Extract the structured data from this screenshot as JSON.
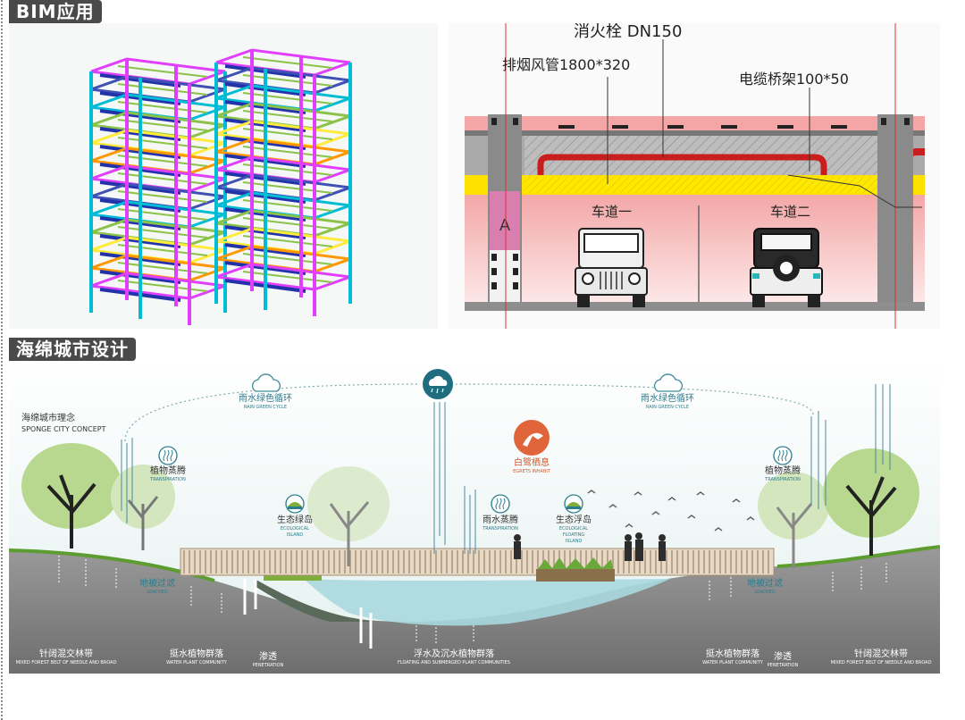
{
  "sections": {
    "bim_title": "BIM应用",
    "sponge_title": "海绵城市设计"
  },
  "bim_section": {
    "labels": {
      "hydrant": "消火栓 DN150",
      "smoke_duct": "排烟风管1800*320",
      "cable_tray": "电缆桥架100*50",
      "lane1": "车道一",
      "lane2": "车道二",
      "column_mark": "A"
    }
  },
  "sponge_section": {
    "concept_cn": "海绵城市理念",
    "concept_en": "SPONGE CITY CONCEPT",
    "cycle_left_cn": "雨水绿色循环",
    "cycle_left_en": "RAIN GREEN CYCLE",
    "cycle_right_cn": "雨水绿色循环",
    "cycle_right_en": "RAIN GREEN CYCLE",
    "transp_left_cn": "植物蒸腾",
    "transp_left_en": "TRANSPIRATION",
    "transp_right_cn": "植物蒸腾",
    "transp_right_en": "TRANSPIRATION",
    "rain_evap_cn": "雨水蒸腾",
    "rain_evap_en": "TRANSPIRATION",
    "egret_cn": "白鹭栖息",
    "egret_en": "EGRETS INHABIT",
    "eco_green_cn": "生态绿岛",
    "eco_green_en1": "ECOLOGICAL",
    "eco_green_en2": "ISLAND",
    "eco_float_cn": "生态浮岛",
    "eco_float_en1": "ECOLOGICAL",
    "eco_float_en2": "FLOATING",
    "eco_float_en3": "ISLAND",
    "leach_left_cn": "地被过滤",
    "leach_left_en": "LEACHED",
    "leach_right_cn": "地被过滤",
    "leach_right_en": "LEACHED",
    "forest_left_cn": "针阔混交林带",
    "forest_left_en": "MIXED FOREST BELT OF NEEDLE AND BROAD",
    "water_plant_left_cn": "挺水植物群落",
    "water_plant_left_en": "WATER PLANT COMMUNITY",
    "penetration_left_cn": "渗透",
    "penetration_left_en": "PENETRATION",
    "floating_cn": "浮水及沉水植物群落",
    "floating_en": "FLOATING AND SUBMERGED PLANT COMMUNITIES",
    "water_plant_right_cn": "挺水植物群落",
    "water_plant_right_en": "WATER PLANT COMMUNITY",
    "penetration_right_cn": "渗透",
    "penetration_right_en": "PENETRATION",
    "forest_right_cn": "针阔混交林带",
    "forest_right_en": "MIXED FOREST BELT OF NEEDLE AND BROAD"
  }
}
